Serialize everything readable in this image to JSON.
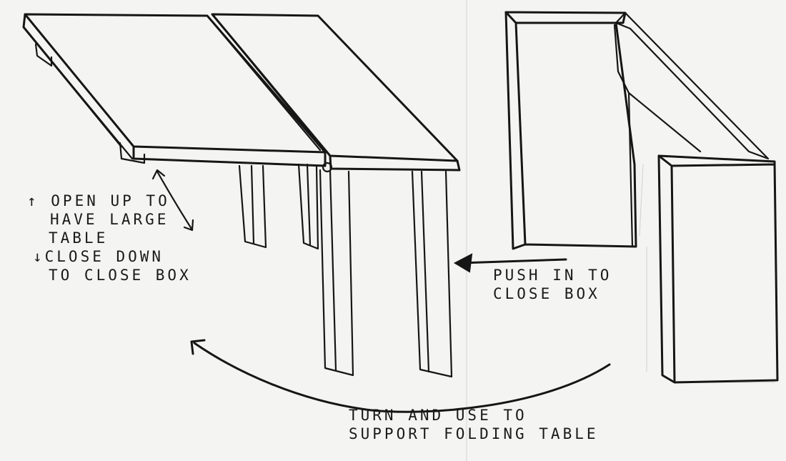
{
  "annotations": {
    "open_up": [
      "↑ OPEN UP TO",
      "HAVE LARGE",
      "TABLE",
      "↓CLOSE DOWN",
      "TO CLOSE BOX"
    ],
    "push_in": [
      "PUSH IN TO",
      "CLOSE BOX"
    ],
    "turn_use": [
      "TURN AND USE TO",
      "SUPPORT FOLDING TABLE"
    ]
  },
  "colors": {
    "ink": "#161616",
    "paper": "#f4f4f2"
  }
}
